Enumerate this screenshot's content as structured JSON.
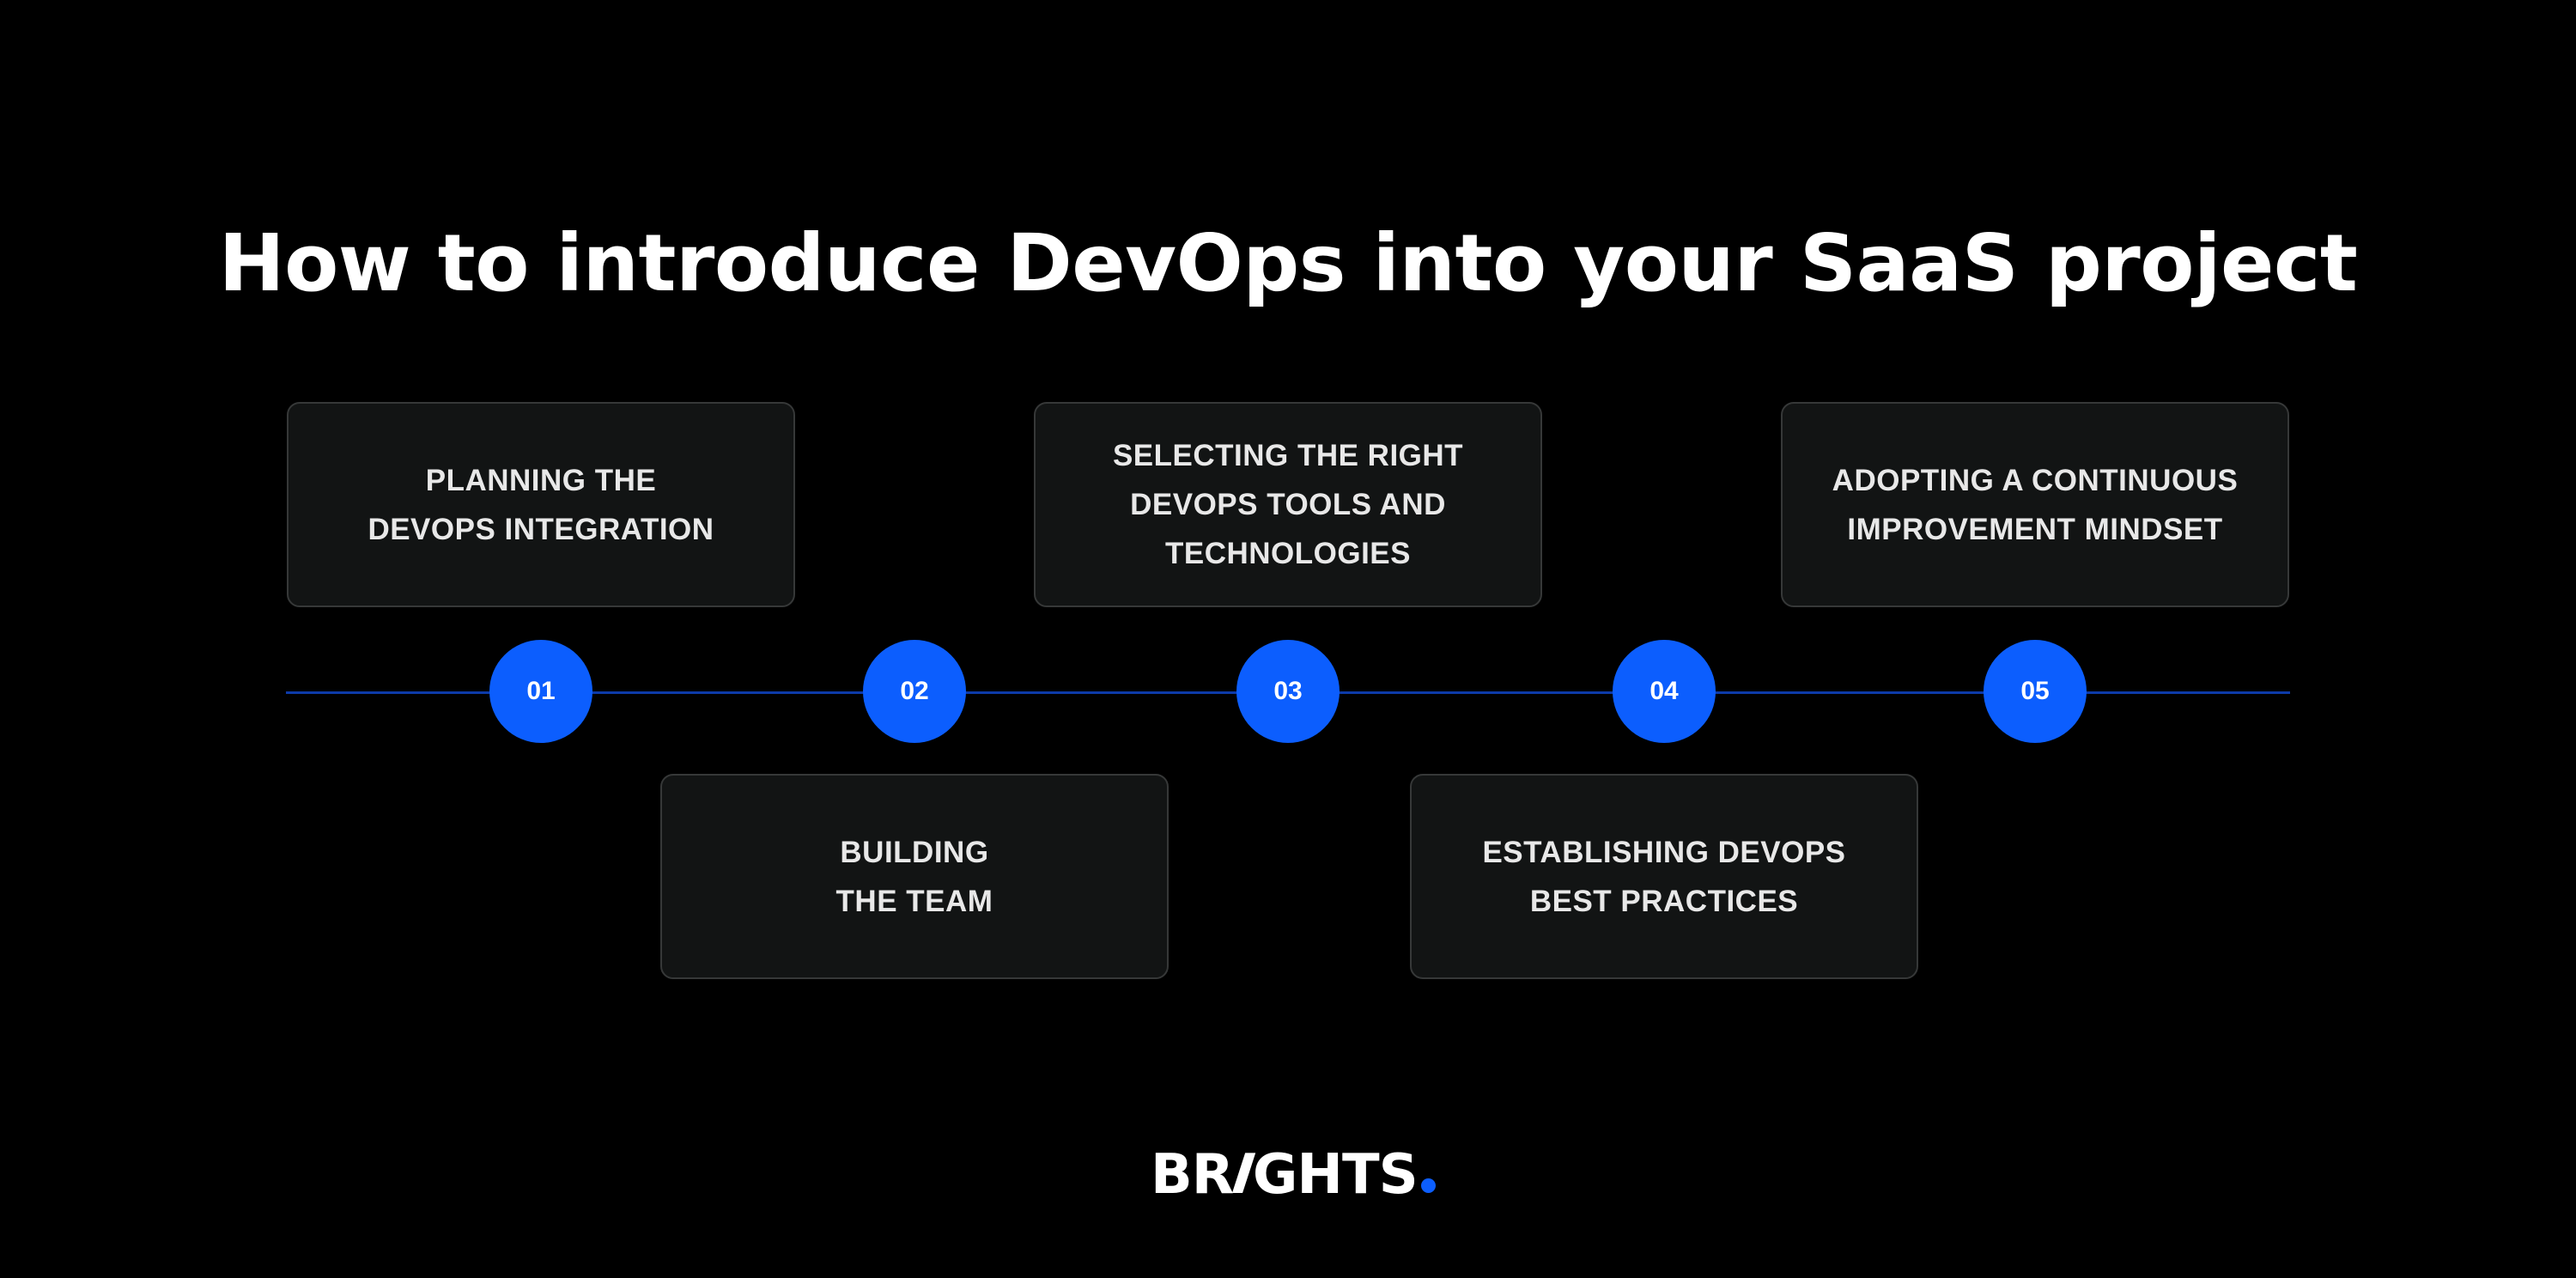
{
  "header": {
    "title": "How to introduce DevOps into your SaaS project"
  },
  "colors": {
    "background": "#000000",
    "accent": "#0c5efe",
    "timeline_line": "#0d3aa8",
    "card_background": "#121414",
    "card_border": "#363838",
    "card_text": "#e8e8e8"
  },
  "steps": [
    {
      "number": "01",
      "label": "PLANNING THE\nDEVOPS INTEGRATION",
      "position": "top"
    },
    {
      "number": "02",
      "label": "BUILDING\nTHE TEAM",
      "position": "bottom"
    },
    {
      "number": "03",
      "label": "SELECTING THE RIGHT\nDEVOPS TOOLS AND\nTECHNOLOGIES",
      "position": "top"
    },
    {
      "number": "04",
      "label": "ESTABLISHING DEVOPS\nBEST PRACTICES",
      "position": "bottom"
    },
    {
      "number": "05",
      "label": "ADOPTING A CONTINUOUS\nIMPROVEMENT MINDSET",
      "position": "top"
    }
  ],
  "footer": {
    "logo_part1": "BR",
    "logo_slant": "I",
    "logo_part2": "GHTS"
  }
}
